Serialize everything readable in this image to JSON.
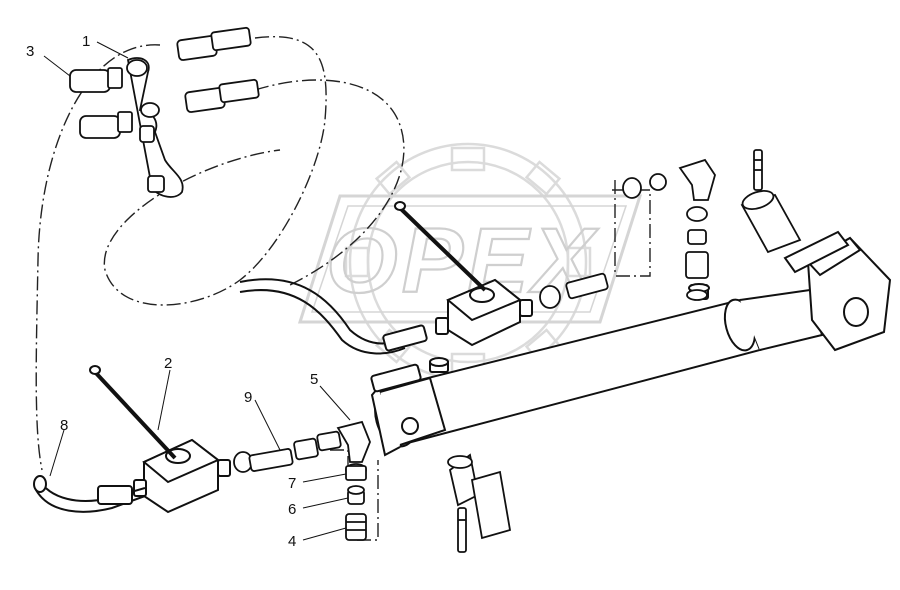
{
  "watermark": {
    "text": "OPEX"
  },
  "callouts": [
    {
      "id": "c1",
      "label": "1"
    },
    {
      "id": "c2",
      "label": "2"
    },
    {
      "id": "c3",
      "label": "3"
    },
    {
      "id": "c4",
      "label": "4"
    },
    {
      "id": "c5",
      "label": "5"
    },
    {
      "id": "c6",
      "label": "6"
    },
    {
      "id": "c7",
      "label": "7"
    },
    {
      "id": "c8",
      "label": "8"
    },
    {
      "id": "c9",
      "label": "9"
    }
  ]
}
